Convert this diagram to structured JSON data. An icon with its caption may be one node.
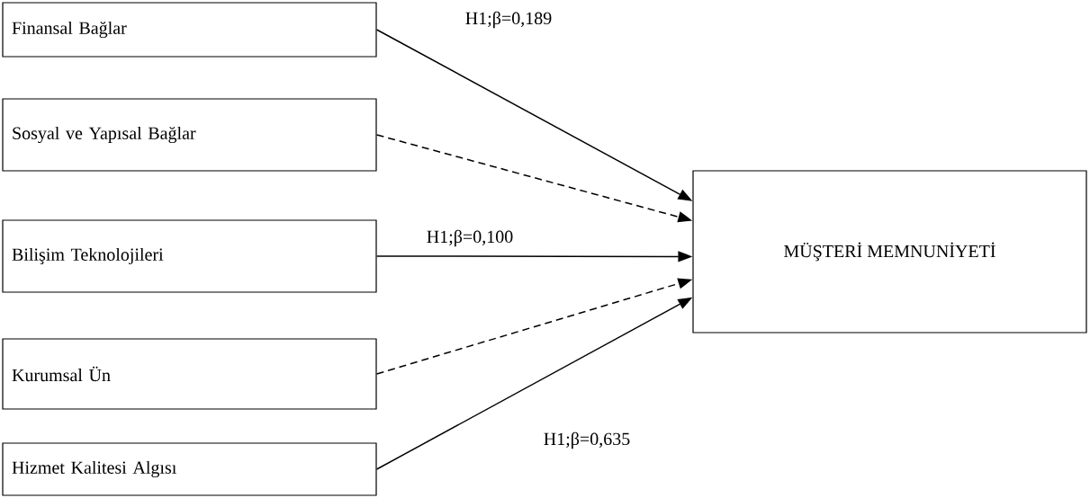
{
  "diagram": {
    "nodes": [
      {
        "text": [
          "Finansal Bağlar"
        ]
      },
      {
        "text": [
          "Sosyal ve Yapısal Bağlar"
        ]
      },
      {
        "text": [
          "Bilişim Teknolojileri"
        ]
      },
      {
        "text": [
          "Kurumsal Ün"
        ]
      },
      {
        "text": [
          "Hizmet Kalitesi Algısı"
        ]
      },
      {
        "text": [
          "MÜŞTERİ MEMNUNİYETİ"
        ]
      }
    ],
    "edges": [
      {
        "from": 0,
        "to": 5,
        "arrow": "to",
        "label": "H1;β=0,189"
      },
      {
        "from": 1,
        "to": 5,
        "arrow": "to",
        "style": "dashed"
      },
      {
        "from": 2,
        "to": 5,
        "arrow": "to",
        "label": "H1;β=0,100"
      },
      {
        "from": 3,
        "to": 5,
        "arrow": "to",
        "style": "dashed"
      },
      {
        "from": 4,
        "to": 5,
        "arrow": "to",
        "label": "H1;β=0,635"
      }
    ]
  }
}
